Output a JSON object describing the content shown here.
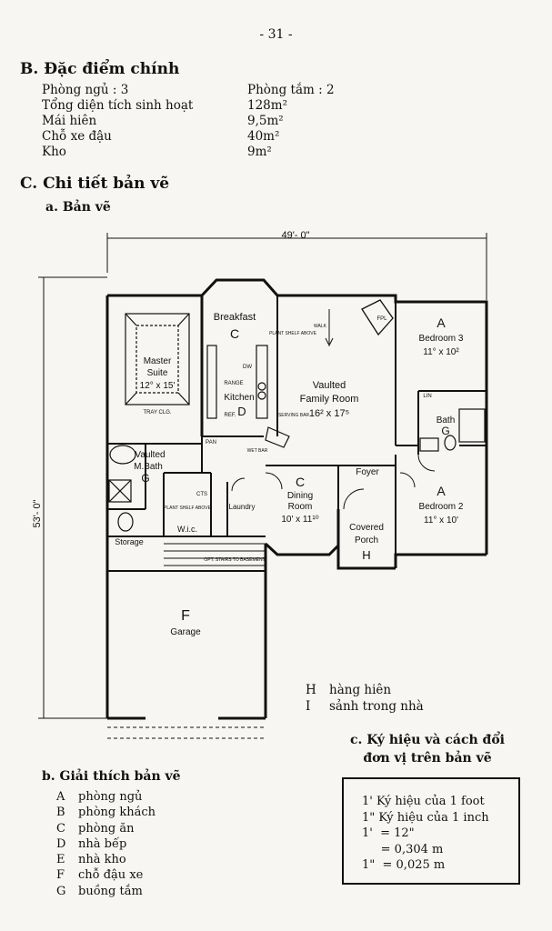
{
  "page_number": "- 31 -",
  "section_b": {
    "title": "B. Đặc điểm chính",
    "rows": [
      {
        "left": "Phòng ngủ : 3",
        "right": "Phòng tắm : 2"
      },
      {
        "left": "Tổng diện tích sinh hoạt",
        "right": "128m²"
      },
      {
        "left": "Mái hiên",
        "right": "9,5m²"
      },
      {
        "left": "Chỗ xe đậu",
        "right": "40m²"
      },
      {
        "left": "Kho",
        "right": "9m²"
      }
    ]
  },
  "section_c": {
    "title": "C. Chi tiết bản vẽ",
    "subsection_a": "a. Bản vẽ"
  },
  "plan": {
    "dim_width": "49'- 0\"",
    "dim_height": "53'- 0\"",
    "labels": {
      "breakfast": "Breakfast",
      "master": "Master",
      "suite": "Suite",
      "master_size": "12° x 15'",
      "tray_clg": "TRAY CLG.",
      "plant_shelf": "PLANT SHELF ABOVE",
      "fpl": "FPL",
      "bedroom3": "Bedroom 3",
      "bedroom3_size": "11° x 10²",
      "vaulted": "Vaulted",
      "family_room": "Family Room",
      "family_size": "16² x 17⁵",
      "kitchen": "Kitchen",
      "range": "RANGE",
      "bath": "Bath",
      "vaulted_bath": "Vaulted",
      "m_bath": "M.Bath",
      "dining": "Dining",
      "room": "Room",
      "dining_size": "10' x 11¹⁰",
      "foyer": "Foyer",
      "bedroom2": "Bedroom 2",
      "bedroom2_size": "11° x 10'",
      "covered": "Covered",
      "porch": "Porch",
      "laundry": "Laundry",
      "wic": "W.i.c.",
      "storage": "Storage",
      "opt_stairs": "OPT. STAIRS TO BASEMENT",
      "garage": "Garage",
      "serving_bar": "SERVING BAR",
      "wet_bar": "WET BAR",
      "ref": "REF.",
      "dw": "DW",
      "pan": "PAN",
      "lin": "LIN",
      "cts": "CTS",
      "walk": "WALK"
    },
    "letters": {
      "A1": "A",
      "A2": "A",
      "C1": "C",
      "C2": "C",
      "D": "D",
      "F": "F",
      "G1": "G",
      "G2": "G",
      "H": "H"
    }
  },
  "symbols_hi": [
    {
      "key": "H",
      "text": "hàng hiên"
    },
    {
      "key": "I",
      "text": "sảnh trong nhà"
    }
  ],
  "section_b_explain": {
    "title": "b. Giải thích bản vẽ",
    "items": [
      {
        "key": "A",
        "text": "phòng ngủ"
      },
      {
        "key": "B",
        "text": "phòng khách"
      },
      {
        "key": "C",
        "text": "phòng ăn"
      },
      {
        "key": "D",
        "text": "nhà bếp"
      },
      {
        "key": "E",
        "text": "nhà kho"
      },
      {
        "key": "F",
        "text": "chỗ đậu xe"
      },
      {
        "key": "G",
        "text": "buồng tắm"
      }
    ]
  },
  "section_c_units": {
    "title_line1": "c. Ký hiệu và cách đổi",
    "title_line2": "đơn vị trên bản vẽ",
    "lines": [
      "1' Ký hiệu của 1 foot",
      "1\" Ký hiệu của 1 inch",
      "1'  = 12\"",
      "     = 0,304 m",
      "1\"  = 0,025 m"
    ]
  }
}
